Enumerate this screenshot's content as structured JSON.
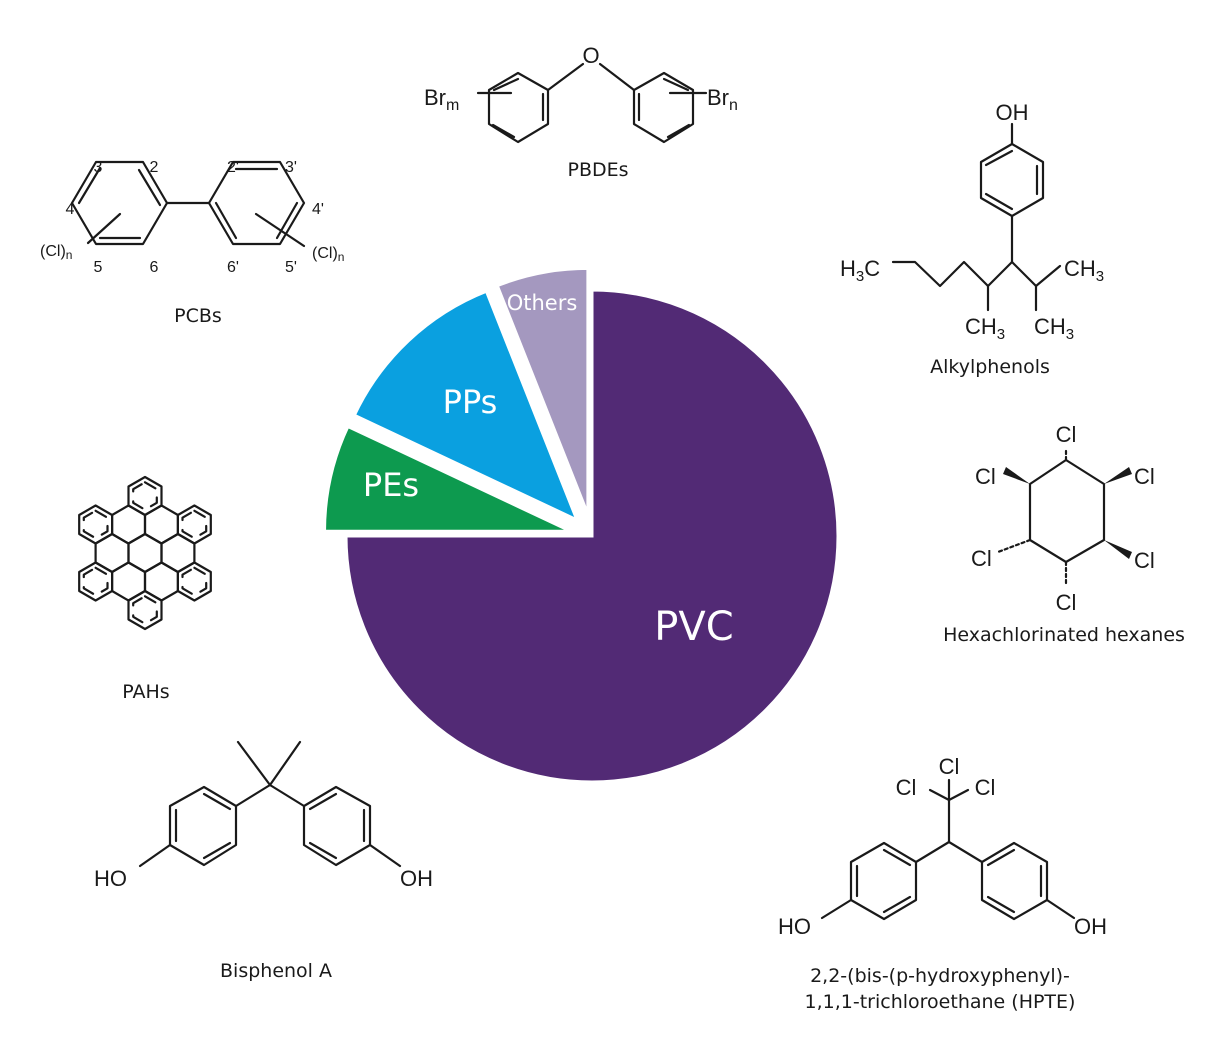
{
  "chart_data": {
    "type": "pie",
    "slices": [
      {
        "label": "PVC",
        "value": 75,
        "color": "#522a75"
      },
      {
        "label": "PEs",
        "value": 7,
        "color": "#0d9a4f"
      },
      {
        "label": "PPs",
        "value": 12,
        "color": "#0aa0e0"
      },
      {
        "label": "Others",
        "value": 6,
        "color": "#a498bf"
      }
    ],
    "exploded": [
      "PEs",
      "PPs",
      "Others"
    ]
  },
  "structures": {
    "pbdes": {
      "name": "PBDEs",
      "o": "O",
      "br_left": "Br",
      "sub_m": "m",
      "br_right": "Br",
      "sub_n": "n"
    },
    "pcbs": {
      "name": "PCBs",
      "nums": [
        "2",
        "3",
        "4",
        "5",
        "6",
        "2'",
        "3'",
        "4'",
        "5'",
        "6'"
      ],
      "cl_left": "(Cl)",
      "cl_right": "(Cl)",
      "sub": "n"
    },
    "alkyl": {
      "name": "Alkylphenols",
      "oh": "OH",
      "h3c": "H",
      "c_left": "C",
      "ch3_right": "CH",
      "ch3_a": "CH",
      "ch3_b": "CH",
      "sub3": "3"
    },
    "hch": {
      "name": "Hexachlorinated hexanes",
      "cl": "Cl"
    },
    "pahs": {
      "name": "PAHs"
    },
    "bpa": {
      "name": "Bisphenol A",
      "ho": "HO",
      "oh": "OH"
    },
    "hpte": {
      "name_line1": "2,2-(bis-(p-hydroxyphenyl)-",
      "name_line2": "1,1,1-trichloroethane (HPTE)",
      "ho": "HO",
      "oh": "OH",
      "cl": "Cl"
    }
  }
}
